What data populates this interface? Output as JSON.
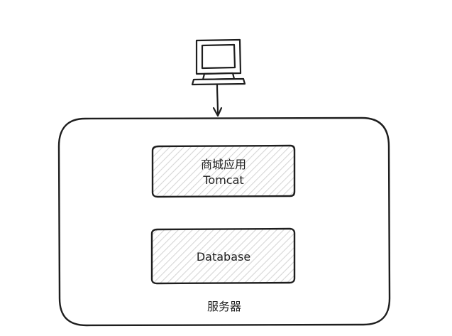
{
  "diagram": {
    "client": {
      "icon": "computer-monitor-icon"
    },
    "server": {
      "label": "服务器"
    },
    "app_box": {
      "line1": "商城应用",
      "line2": "Tomcat"
    },
    "db_box": {
      "label": "Database"
    },
    "colors": {
      "stroke": "#1e1e1e",
      "hatch": "#d6d6d6",
      "background": "#ffffff"
    }
  }
}
